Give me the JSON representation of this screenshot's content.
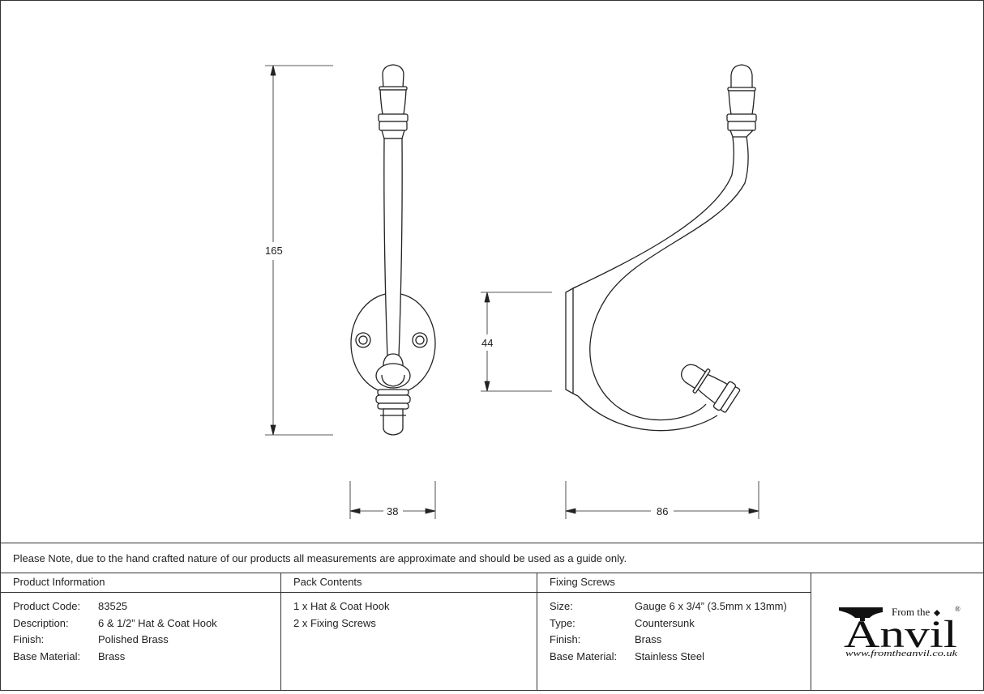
{
  "dimensions": {
    "height": "165",
    "width_front": "38",
    "base_height": "44",
    "width_side": "86"
  },
  "note": "Please Note, due to the hand crafted nature of our products all measurements are approximate and should be used as a guide only.",
  "product_info": {
    "title": "Product Information",
    "rows": [
      {
        "label": "Product Code:",
        "value": "83525"
      },
      {
        "label": "Description:",
        "value": "6 & 1/2” Hat & Coat Hook"
      },
      {
        "label": "Finish:",
        "value": "Polished Brass"
      },
      {
        "label": "Base Material:",
        "value": "Brass"
      }
    ]
  },
  "pack_contents": {
    "title": "Pack Contents",
    "items": [
      "1 x Hat & Coat Hook",
      "2 x Fixing Screws"
    ]
  },
  "fixing_screws": {
    "title": "Fixing Screws",
    "rows": [
      {
        "label": "Size:",
        "value": "Gauge 6 x 3/4” (3.5mm x 13mm)"
      },
      {
        "label": "Type:",
        "value": "Countersunk"
      },
      {
        "label": "Finish:",
        "value": "Brass"
      },
      {
        "label": "Base Material:",
        "value": "Stainless Steel"
      }
    ]
  },
  "logo": {
    "from_the": "From the",
    "brand": "Anvil",
    "registered": "®",
    "url": "www.fromtheanvil.co.uk"
  }
}
